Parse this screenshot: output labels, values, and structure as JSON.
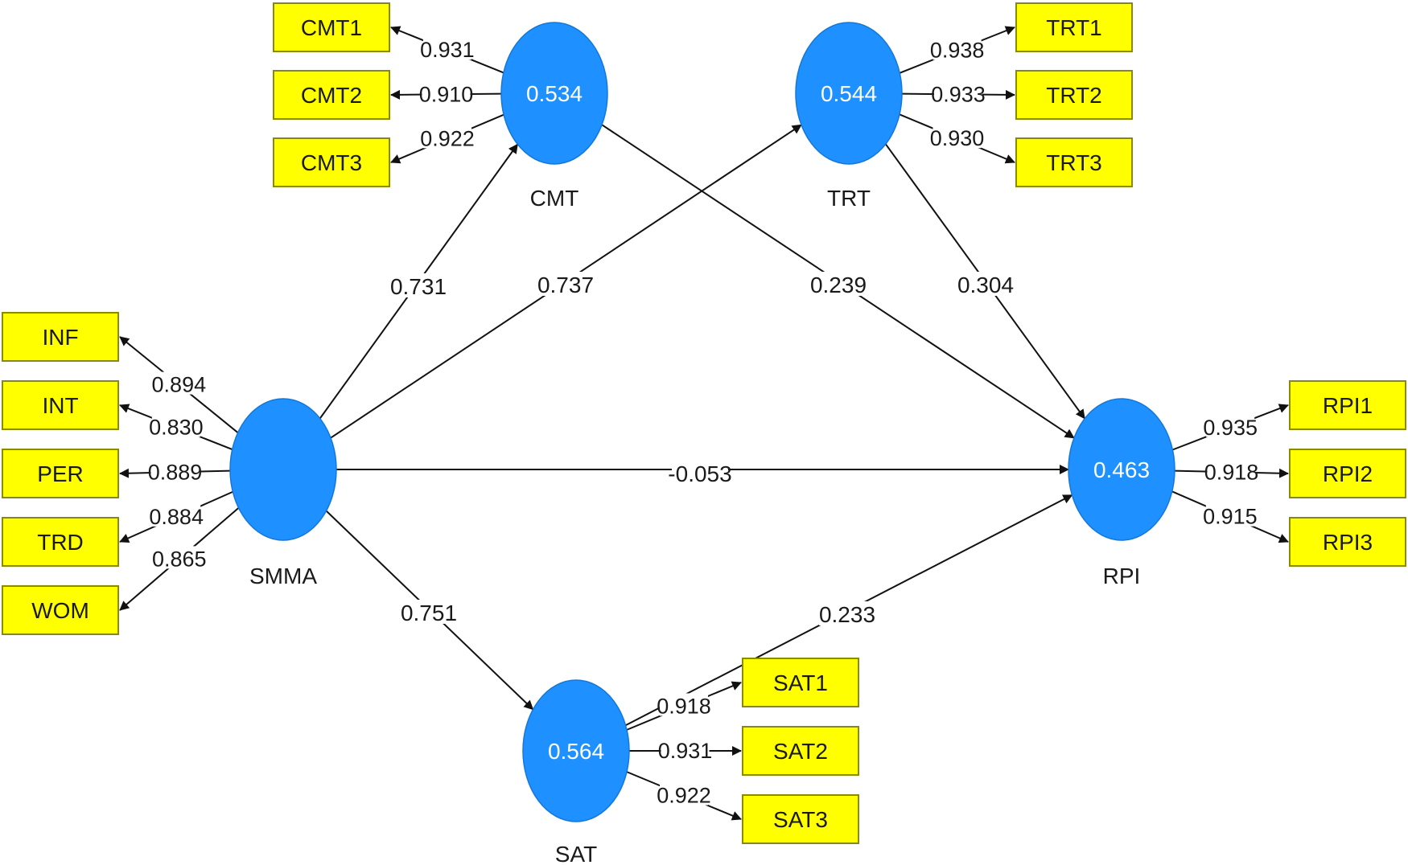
{
  "colors": {
    "construct_fill": "#1e90ff",
    "indicator_fill": "#ffff00",
    "line": "#111111",
    "background": "#ffffff"
  },
  "constructs": [
    {
      "id": "CMT",
      "name": "CMT",
      "r2": "0.534"
    },
    {
      "id": "TRT",
      "name": "TRT",
      "r2": "0.544"
    },
    {
      "id": "SMMA",
      "name": "SMMA",
      "r2": ""
    },
    {
      "id": "RPI",
      "name": "RPI",
      "r2": "0.463"
    },
    {
      "id": "SAT",
      "name": "SAT",
      "r2": "0.564"
    }
  ],
  "indicators": [
    {
      "id": "CMT1",
      "label": "CMT1",
      "construct": "CMT",
      "loading": "0.931"
    },
    {
      "id": "CMT2",
      "label": "CMT2",
      "construct": "CMT",
      "loading": "0.910"
    },
    {
      "id": "CMT3",
      "label": "CMT3",
      "construct": "CMT",
      "loading": "0.922"
    },
    {
      "id": "TRT1",
      "label": "TRT1",
      "construct": "TRT",
      "loading": "0.938"
    },
    {
      "id": "TRT2",
      "label": "TRT2",
      "construct": "TRT",
      "loading": "0.933"
    },
    {
      "id": "TRT3",
      "label": "TRT3",
      "construct": "TRT",
      "loading": "0.930"
    },
    {
      "id": "INF",
      "label": "INF",
      "construct": "SMMA",
      "loading": "0.894"
    },
    {
      "id": "INT",
      "label": "INT",
      "construct": "SMMA",
      "loading": "0.830"
    },
    {
      "id": "PER",
      "label": "PER",
      "construct": "SMMA",
      "loading": "0.889"
    },
    {
      "id": "TRD",
      "label": "TRD",
      "construct": "SMMA",
      "loading": "0.884"
    },
    {
      "id": "WOM",
      "label": "WOM",
      "construct": "SMMA",
      "loading": "0.865"
    },
    {
      "id": "RPI1",
      "label": "RPI1",
      "construct": "RPI",
      "loading": "0.935"
    },
    {
      "id": "RPI2",
      "label": "RPI2",
      "construct": "RPI",
      "loading": "0.918"
    },
    {
      "id": "RPI3",
      "label": "RPI3",
      "construct": "RPI",
      "loading": "0.915"
    },
    {
      "id": "SAT1",
      "label": "SAT1",
      "construct": "SAT",
      "loading": "0.918"
    },
    {
      "id": "SAT2",
      "label": "SAT2",
      "construct": "SAT",
      "loading": "0.931"
    },
    {
      "id": "SAT3",
      "label": "SAT3",
      "construct": "SAT",
      "loading": "0.922"
    }
  ],
  "paths": [
    {
      "from": "SMMA",
      "to": "CMT",
      "coef": "0.731"
    },
    {
      "from": "SMMA",
      "to": "TRT",
      "coef": "0.737"
    },
    {
      "from": "CMT",
      "to": "RPI",
      "coef": "0.239"
    },
    {
      "from": "TRT",
      "to": "RPI",
      "coef": "0.304"
    },
    {
      "from": "SMMA",
      "to": "RPI",
      "coef": "-0.053"
    },
    {
      "from": "SMMA",
      "to": "SAT",
      "coef": "0.751"
    },
    {
      "from": "SAT",
      "to": "RPI",
      "coef": "0.233"
    }
  ]
}
